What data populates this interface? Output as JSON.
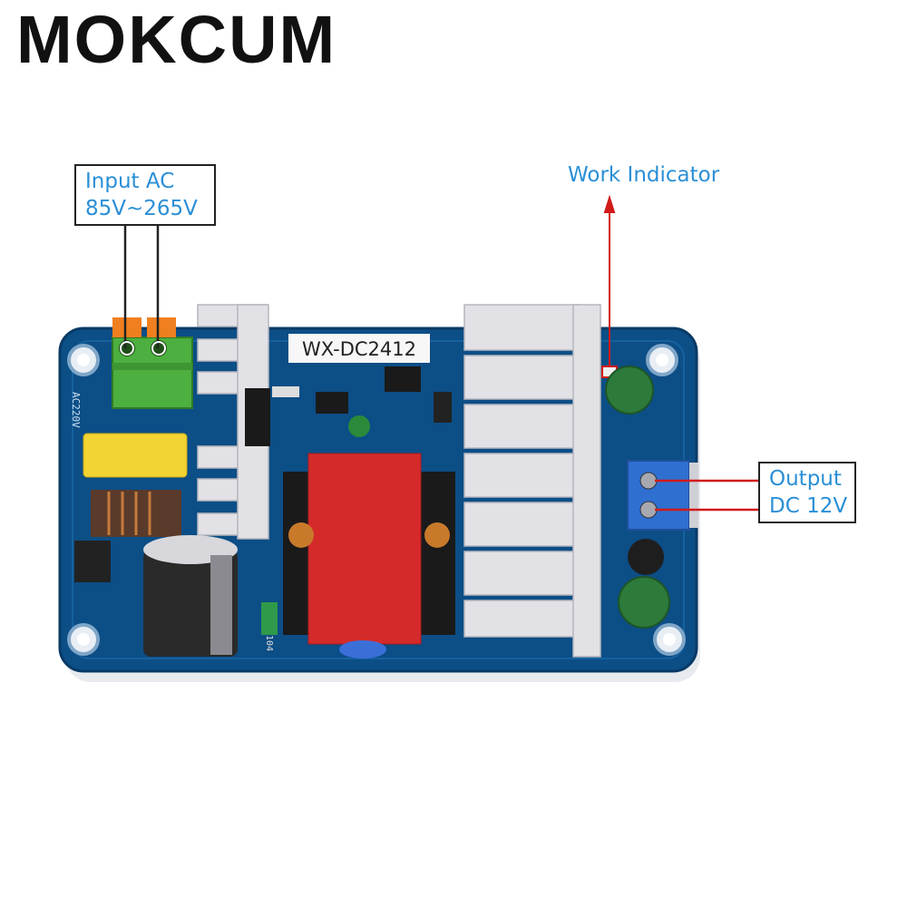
{
  "brand": "MOKCUM",
  "input_label": {
    "line1": "Input AC",
    "line2": "85V~265V"
  },
  "work_indicator": "Work Indicator",
  "output_label": {
    "line1": "Output",
    "line2": "DC 12V"
  },
  "board_model": "WX-DC2412",
  "silk_ac": "AC220V",
  "cap_marking": "104",
  "colors": {
    "pcb": "#0c4e86",
    "callout_text": "#2a8fd6",
    "leader_red": "#d11a1a",
    "heatsink": "#e2e2e6",
    "transformer": "#d42a2a",
    "terminal_green": "#4caf3f",
    "terminal_blue": "#2f6fd0"
  }
}
